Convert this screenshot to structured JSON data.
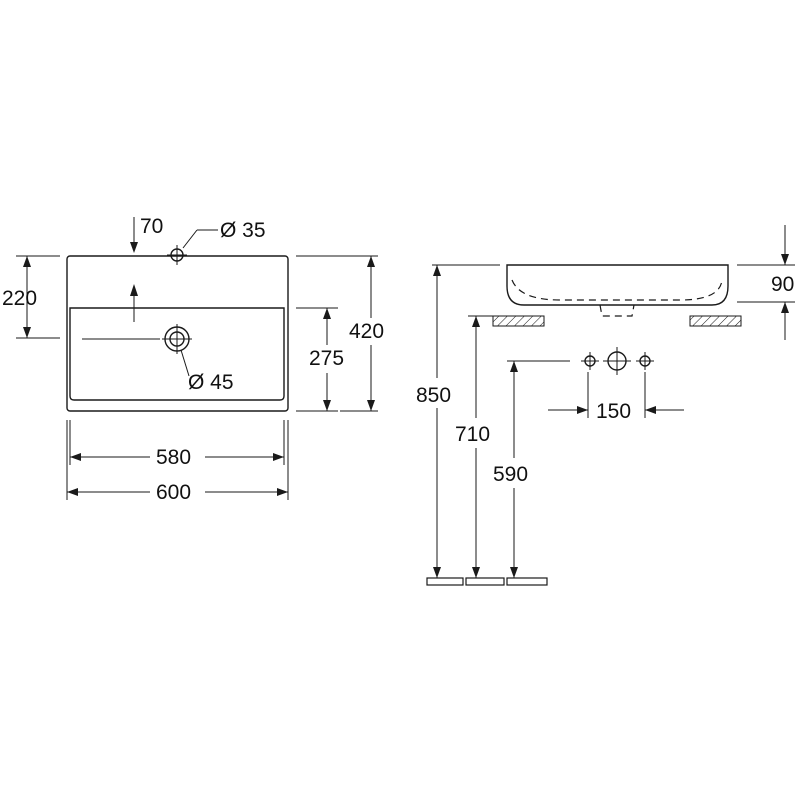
{
  "plan_view": {
    "dim_tap_hole_offset": "70",
    "dim_tap_hole_diameter": "Ø 35",
    "dim_waste_diameter": "Ø 45",
    "dim_depth_to_waste": "220",
    "dim_inner_depth": "275",
    "dim_outer_depth": "420",
    "dim_inner_width": "580",
    "dim_outer_width": "600"
  },
  "side_view": {
    "dim_basin_height": "90",
    "dim_tap_spacing": "150",
    "dim_rim_height": "850",
    "dim_counter_height": "710",
    "dim_tap_height": "590"
  }
}
